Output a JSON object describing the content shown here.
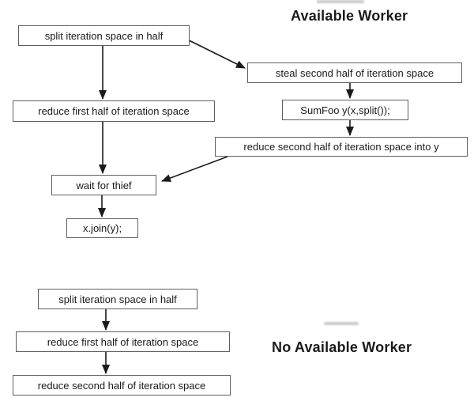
{
  "diagram": {
    "available_worker": {
      "title": "Available Worker",
      "nodes": [
        {
          "id": "split-iteration",
          "label": "split iteration space in half"
        },
        {
          "id": "reduce-first-half",
          "label": "reduce first half of iteration space"
        },
        {
          "id": "steal-second-half",
          "label": "steal second half of iteration space"
        },
        {
          "id": "sumfoo-split-call",
          "label": "SumFoo y(x,split());"
        },
        {
          "id": "reduce-second-half-into-y",
          "label": "reduce second half of iteration space into y"
        },
        {
          "id": "wait-for-thief",
          "label": "wait for thief"
        },
        {
          "id": "x-join-y",
          "label": "x.join(y);"
        }
      ],
      "edges": [
        {
          "from": "split-iteration",
          "to": "reduce-first-half"
        },
        {
          "from": "split-iteration",
          "to": "steal-second-half"
        },
        {
          "from": "steal-second-half",
          "to": "sumfoo-split-call"
        },
        {
          "from": "sumfoo-split-call",
          "to": "reduce-second-half-into-y"
        },
        {
          "from": "reduce-first-half",
          "to": "wait-for-thief"
        },
        {
          "from": "reduce-second-half-into-y",
          "to": "wait-for-thief"
        },
        {
          "from": "wait-for-thief",
          "to": "x-join-y"
        }
      ]
    },
    "no_available_worker": {
      "title": "No Available Worker",
      "nodes": [
        {
          "id": "split-iteration",
          "label": "split iteration space in half"
        },
        {
          "id": "reduce-first-half",
          "label": "reduce first half of iteration space"
        },
        {
          "id": "reduce-second-half",
          "label": "reduce second half of iteration space"
        }
      ],
      "edges": [
        {
          "from": "split-iteration",
          "to": "reduce-first-half"
        },
        {
          "from": "reduce-first-half",
          "to": "reduce-second-half"
        }
      ]
    },
    "colors": {
      "box_border": "#5f5f5f",
      "box_fill": "#ffffff",
      "text": "#1a1a1a",
      "arrow": "#1a1a1a",
      "background": "#ffffff"
    }
  }
}
